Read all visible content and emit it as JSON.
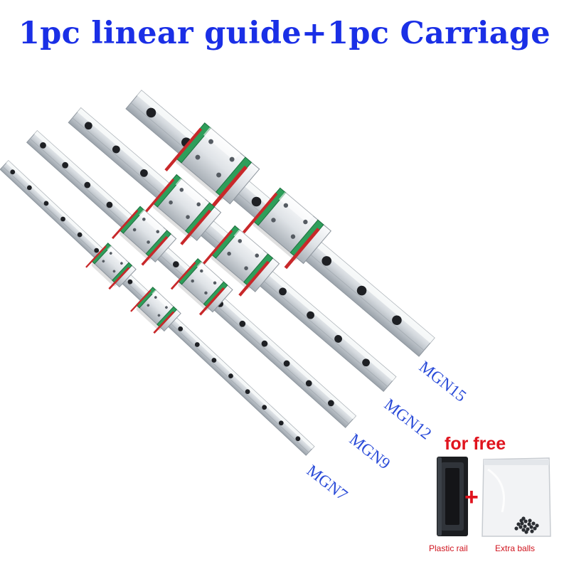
{
  "header": {
    "title": "1pc linear guide+1pc Carriage"
  },
  "rails": [
    {
      "model": "MGN15"
    },
    {
      "model": "MGN12"
    },
    {
      "model": "MGN9"
    },
    {
      "model": "MGN7"
    }
  ],
  "free_gift": {
    "heading": "for free",
    "plus": "+",
    "items": [
      {
        "caption": "Plastic rail"
      },
      {
        "caption": "Extra balls"
      }
    ]
  },
  "colors": {
    "title_blue": "#1a2fe6",
    "label_blue": "#2a4bd8",
    "accent_red": "#e0141e",
    "carriage_green": "#2e9e5a",
    "seal_red": "#c8282a",
    "rail_steel": "#c9ced3"
  }
}
